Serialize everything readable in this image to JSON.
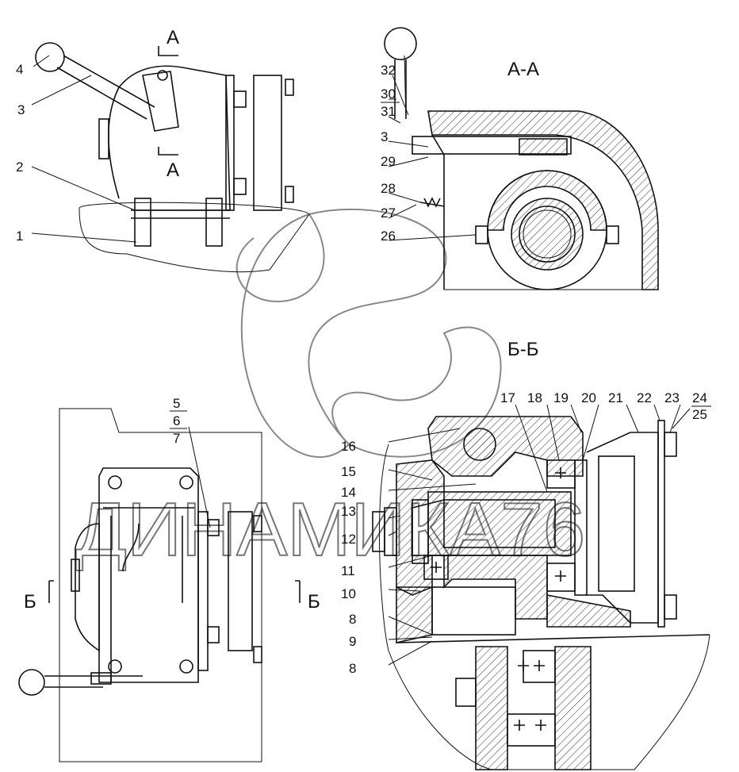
{
  "view_top_left": {
    "labels": [
      "4",
      "3",
      "2",
      "1"
    ],
    "section_marks": [
      "A",
      "A"
    ]
  },
  "section_aa": {
    "title": "A-A",
    "labels": [
      "32",
      "30",
      "31",
      "3",
      "29",
      "28",
      "27",
      "26"
    ]
  },
  "section_bb": {
    "title": "Б-Б",
    "labels_top": [
      "17",
      "18",
      "19",
      "20",
      "21",
      "22",
      "23",
      "24",
      "25"
    ],
    "labels_left": [
      "16",
      "15",
      "14",
      "13",
      "12",
      "11",
      "10",
      "8",
      "9",
      "8"
    ]
  },
  "view_bottom_left": {
    "labels": [
      "5",
      "6",
      "7"
    ],
    "section_marks": [
      "Б",
      "Б"
    ]
  },
  "watermark": "ДИНАМИКА76"
}
